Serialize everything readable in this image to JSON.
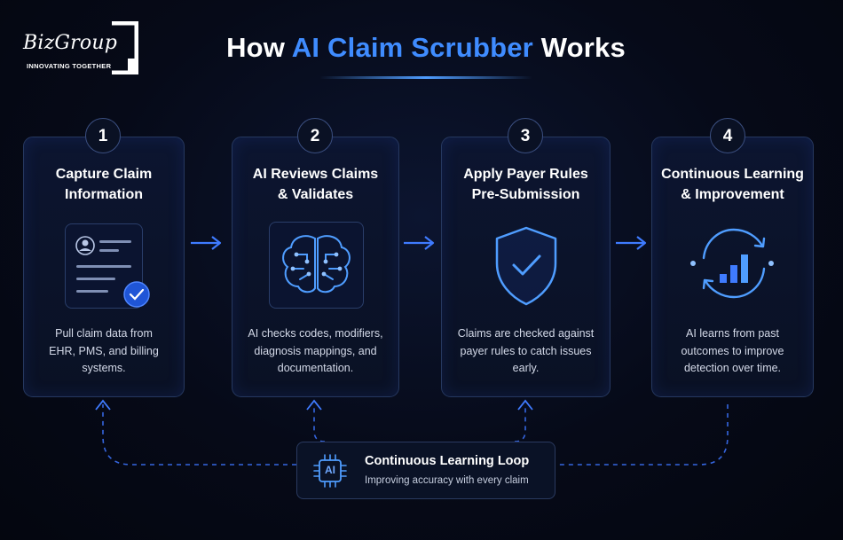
{
  "logo": {
    "name": "BizGroup",
    "tagline": "INNOVATING TOGETHER"
  },
  "title": {
    "prefix": "How",
    "accent": "AI Claim Scrubber",
    "suffix": "Works"
  },
  "steps": [
    {
      "number": "1",
      "title_lines": [
        "Capture Claim",
        "Information"
      ],
      "desc_lines": [
        "Pull claim data from",
        "EHR, PMS, and billing",
        "systems."
      ],
      "icon": "document-check-icon"
    },
    {
      "number": "2",
      "title_lines": [
        "AI Reviews Claims",
        "& Validates"
      ],
      "desc_lines": [
        "AI checks codes, modifiers,",
        "diagnosis mappings, and",
        "documentation."
      ],
      "icon": "ai-brain-icon"
    },
    {
      "number": "3",
      "title_lines": [
        "Apply Payer Rules",
        "Pre-Submission"
      ],
      "desc_lines": [
        "Claims are checked against",
        "payer rules to catch issues",
        "early."
      ],
      "icon": "shield-check-icon"
    },
    {
      "number": "4",
      "title_lines": [
        "Continuous Learning",
        "& Improvement"
      ],
      "desc_lines": [
        "AI learns from past",
        "outcomes to improve",
        "detection over time."
      ],
      "icon": "cycle-chart-icon"
    }
  ],
  "loop": {
    "title": "Continuous Learning Loop",
    "subtitle": "Improving accuracy with every claim",
    "chip_label": "AI",
    "icon": "ai-chip-icon"
  },
  "colors": {
    "accent": "#3f8cff",
    "background": "#060a18",
    "card_border": "#26385f"
  }
}
